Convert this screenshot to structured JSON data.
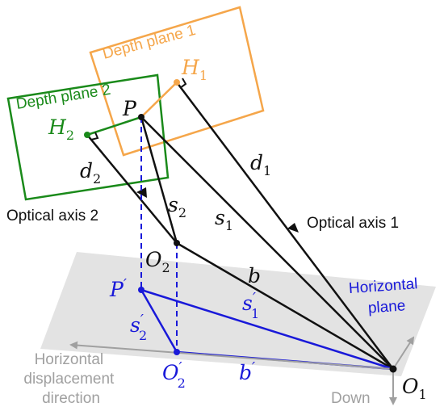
{
  "colors": {
    "orange": "#f5a64a",
    "green": "#1a8a1a",
    "blue": "#1919d9",
    "black": "#111111",
    "gray_text": "#a0a0a0",
    "plane_fill": "#e3e3e3"
  },
  "labels": {
    "depth_plane_1": "Depth plane 1",
    "depth_plane_2": "Depth plane 2",
    "optical_axis_1": "Optical axis 1",
    "optical_axis_2": "Optical axis 2",
    "horizontal_plane": [
      "Horizontal",
      "plane"
    ],
    "horizontal_displacement_direction": [
      "Horizontal",
      "displacement",
      "direction"
    ],
    "down": "Down"
  },
  "symbols": {
    "P": {
      "base": "P",
      "sub": "",
      "prime": false
    },
    "H1": {
      "base": "H",
      "sub": "1",
      "prime": false
    },
    "H2": {
      "base": "H",
      "sub": "2",
      "prime": false
    },
    "d1": {
      "base": "d",
      "sub": "1",
      "prime": false
    },
    "d2": {
      "base": "d",
      "sub": "2",
      "prime": false
    },
    "s1": {
      "base": "s",
      "sub": "1",
      "prime": false
    },
    "s2": {
      "base": "s",
      "sub": "2",
      "prime": false
    },
    "O1": {
      "base": "O",
      "sub": "1",
      "prime": false
    },
    "O2": {
      "base": "O",
      "sub": "2",
      "prime": false
    },
    "b": {
      "base": "b",
      "sub": "",
      "prime": false
    },
    "P_prime": {
      "base": "P",
      "sub": "",
      "prime": true
    },
    "O2_prime": {
      "base": "O",
      "sub": "2",
      "prime": true
    },
    "s1_prime": {
      "base": "s",
      "sub": "1",
      "prime": true
    },
    "s2_prime": {
      "base": "s",
      "sub": "2",
      "prime": true
    },
    "b_prime": {
      "base": "b",
      "sub": "",
      "prime": true
    }
  }
}
